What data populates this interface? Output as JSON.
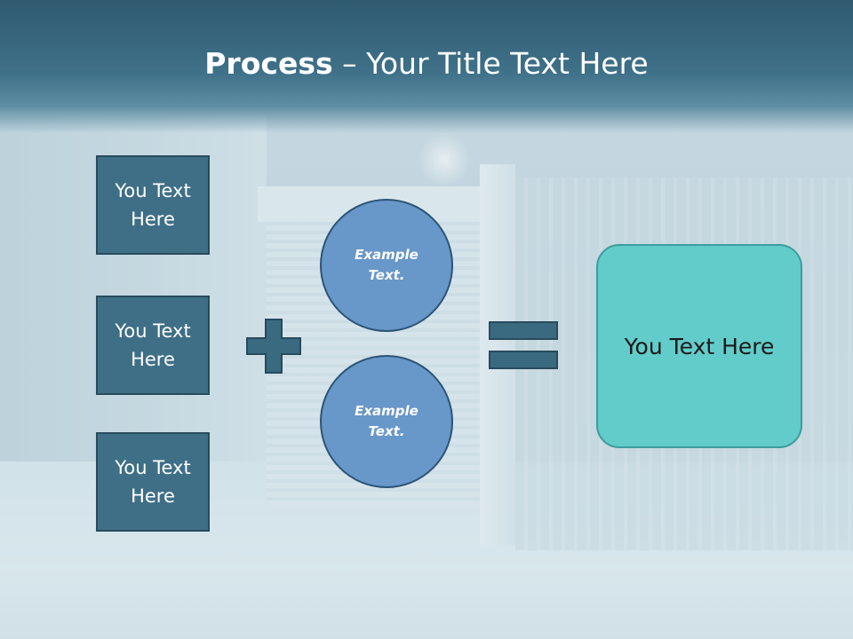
{
  "title": {
    "bold": "Process",
    "rest": " – Your Title Text Here"
  },
  "inputs": [
    {
      "label": "You Text Here"
    },
    {
      "label": "You Text Here"
    },
    {
      "label": "You Text Here"
    }
  ],
  "circles": [
    {
      "label": "Example Text."
    },
    {
      "label": "Example Text."
    }
  ],
  "result": {
    "label": "You Text Here"
  },
  "icons": {
    "operator_1": "plus-icon",
    "operator_2": "equals-icon"
  },
  "colors": {
    "title_bar": "#3f7189",
    "input_box": "#3f6f86",
    "circle": "#6897c9",
    "result_box": "#62ccca",
    "operator": "#3a6a80"
  }
}
